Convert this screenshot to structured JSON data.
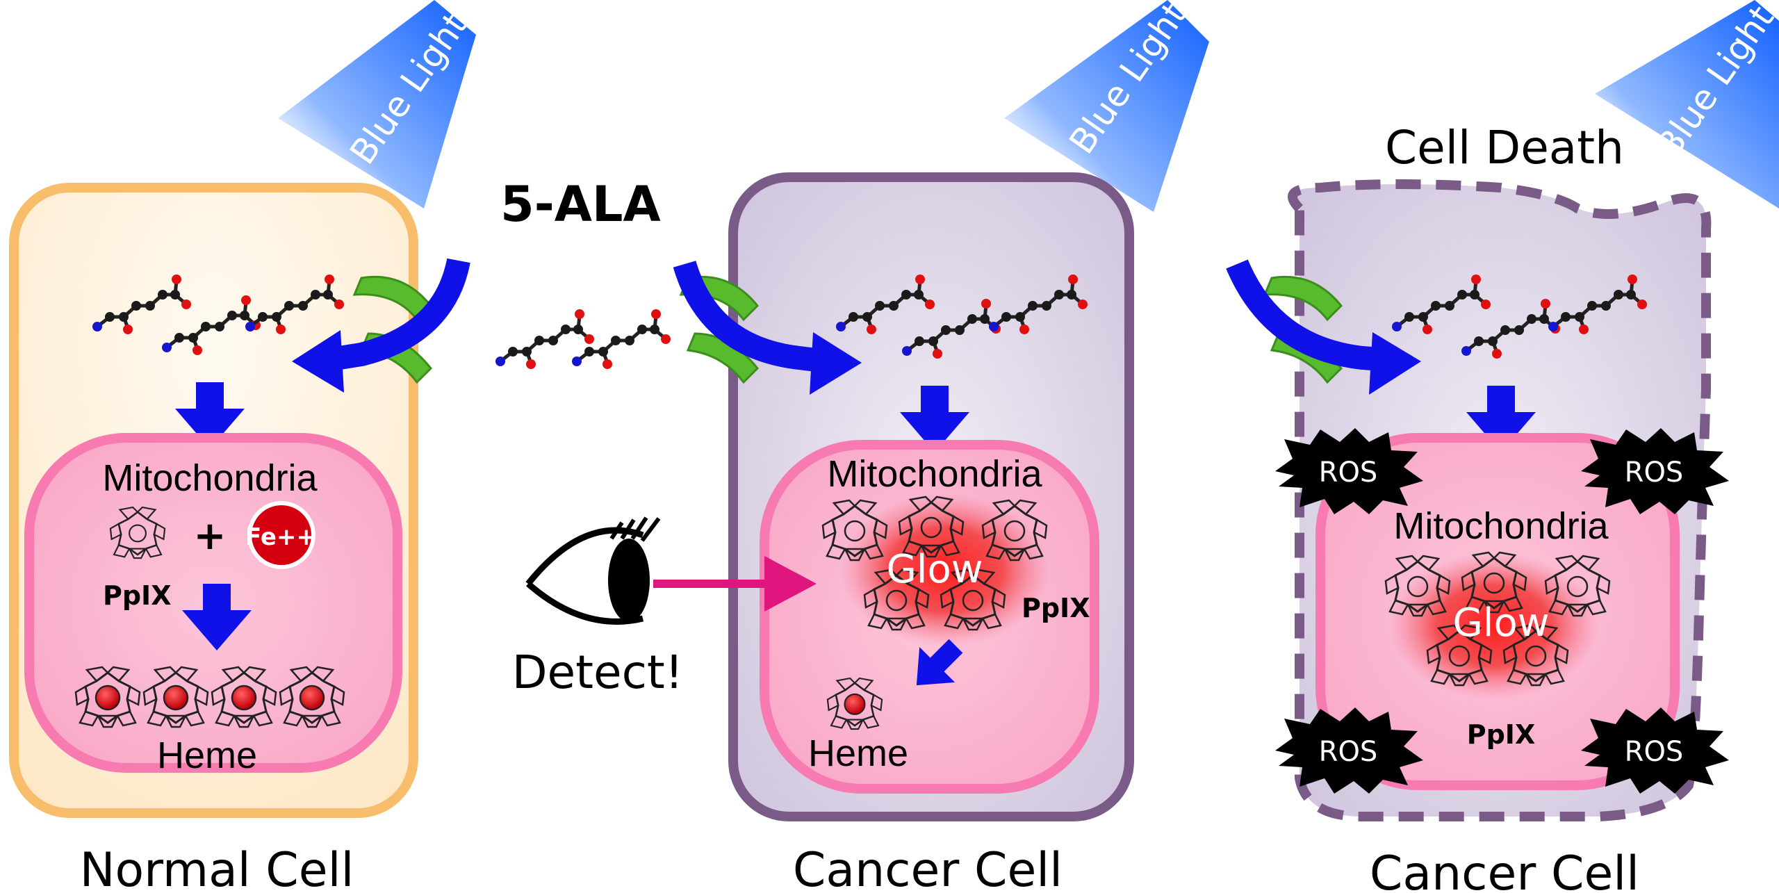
{
  "title": "5-ALA",
  "light_label": "Blue Light",
  "death_label": "Cell Death",
  "detect_label": "Detect!",
  "panels": {
    "normal": {
      "caption": "Normal Cell",
      "organelle": "Mitochondria",
      "iron": "Fe++",
      "plus": "+",
      "ppix": "PpIX",
      "heme": "Heme"
    },
    "cancer": {
      "caption": "Cancer Cell",
      "organelle": "Mitochondria",
      "glow": "Glow",
      "ppix": "PpIX",
      "heme": "Heme"
    },
    "death": {
      "caption": "Cancer Cell",
      "organelle": "Mitochondria",
      "glow": "Glow",
      "ppix": "PpIX",
      "ros": [
        "ROS",
        "ROS",
        "ROS",
        "ROS"
      ]
    }
  },
  "colors": {
    "blue_arrow": "#1010e8",
    "light_beam": "#1466ff",
    "normal_membrane": "#f7bd6a",
    "normal_fill": "#fef3de",
    "cancer_membrane": "#7a5a86",
    "cancer_fill": "#d8d0e4",
    "mito_membrane": "#f77ab0",
    "mito_fill": "#fbb6cf",
    "transporter": "#58bb2e",
    "detect_arrow": "#e0157e",
    "heme_core": "#d4000f",
    "atom_carbon": "#1a1a1a",
    "atom_oxygen": "#e01010",
    "atom_nitrogen": "#1515d0"
  }
}
